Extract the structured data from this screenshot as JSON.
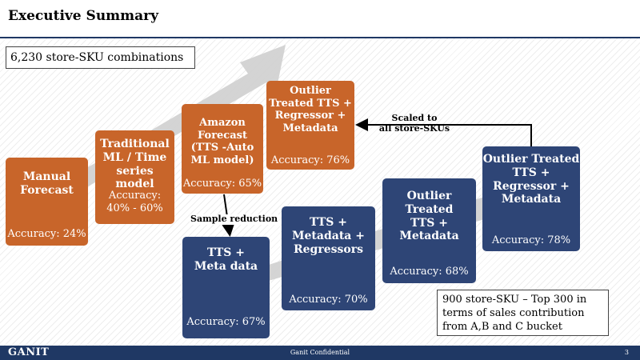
{
  "page": {
    "title": "Executive Summary",
    "combinations": "6,230 store-SKU combinations",
    "footer_logo": "GANIT",
    "footer_center": "Ganit Confidential",
    "page_number": "3"
  },
  "boxes": [
    {
      "head": "Manual\nForecast",
      "accuracy": "Accuracy: 24%"
    },
    {
      "head": "Traditional\nML / Time\nseries model",
      "accuracy": "Accuracy:\n40% - 60%"
    },
    {
      "head": "Amazon\nForecast\n(TTS -Auto\nML model)",
      "accuracy": "Accuracy: 65%"
    },
    {
      "head": "Outlier\nTreated TTS +\nRegressor +\nMetadata",
      "accuracy": "Accuracy: 76%"
    },
    {
      "head": "TTS +\nMeta data",
      "accuracy": "Accuracy: 67%"
    },
    {
      "head": "TTS +\nMetadata +\nRegressors",
      "accuracy": "Accuracy: 70%"
    },
    {
      "head": "Outlier Treated\nTTS +\nMetadata",
      "accuracy": "Accuracy: 68%"
    },
    {
      "head": "Outlier Treated\nTTS +\nRegressor +\nMetadata",
      "accuracy": "Accuracy: 78%"
    }
  ],
  "labels": {
    "scaled": "Scaled to\nall store-SKUs",
    "sample": "Sample reduction"
  },
  "note": "900 store-SKU – Top 300 in terms of sales contribution from A,B and C bucket",
  "colors": {
    "orange": "#c8652a",
    "navy": "#2e4576",
    "footer": "#1f3864"
  }
}
